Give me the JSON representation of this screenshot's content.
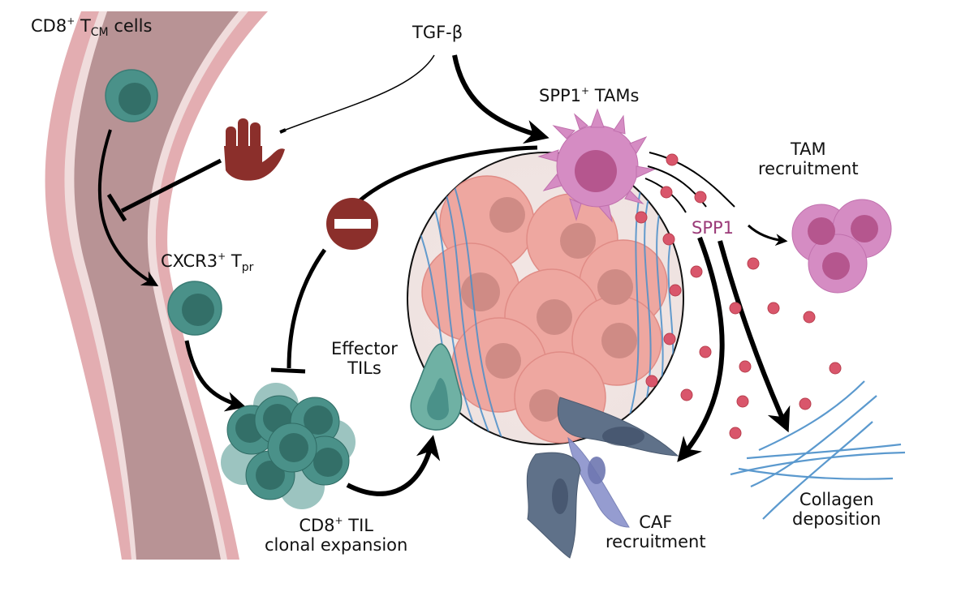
{
  "figure": {
    "labels": {
      "tcm_cells": {
        "main": "CD8",
        "sup": "+",
        "t": " T",
        "sub": "CM",
        "rest": " cells"
      },
      "tgf_beta": "TGF-β",
      "spp1_tams": {
        "main": "SPP1",
        "sup": "+",
        "rest": " TAMs"
      },
      "tam_recruitment": {
        "line1": "TAM",
        "line2": "recruitment"
      },
      "cxcr3_tpr": {
        "main": "CXCR3",
        "sup": "+",
        "t": " T",
        "sub": "pr"
      },
      "spp1": "SPP1",
      "effector_tils": {
        "line1": "Effector",
        "line2": "TILs"
      },
      "cd8_til": {
        "main": "CD8",
        "sup": "+",
        "rest": " TIL",
        "line2": "clonal expansion"
      },
      "caf_recruitment": {
        "line1": "CAF",
        "line2": "recruitment"
      },
      "collagen_deposition": {
        "line1": "Collagen",
        "line2": "deposition"
      }
    },
    "icons": [
      "stop-hand-icon",
      "no-entry-icon"
    ],
    "colors": {
      "vessel_outer": "#e3adb1",
      "vessel_inner": "#f0dcdc",
      "vessel_lumen": "#b89395",
      "tcell": "#4a9189",
      "tcell_nucleus": "#336f68",
      "tcell_faded": "#9cc4c0",
      "tam": "#d58cc3",
      "tam_nucleus": "#b5568e",
      "tumor": "#eea7a0",
      "tumor_nucleus": "#cf8b85",
      "collagen": "#4a8fc9",
      "caf": "#5f7189",
      "caf_light": "#8a92cc",
      "spp1_dot": "#d9566b",
      "inhibit_red": "#8b2f2b",
      "spp1_text": "#9b3a78"
    }
  }
}
